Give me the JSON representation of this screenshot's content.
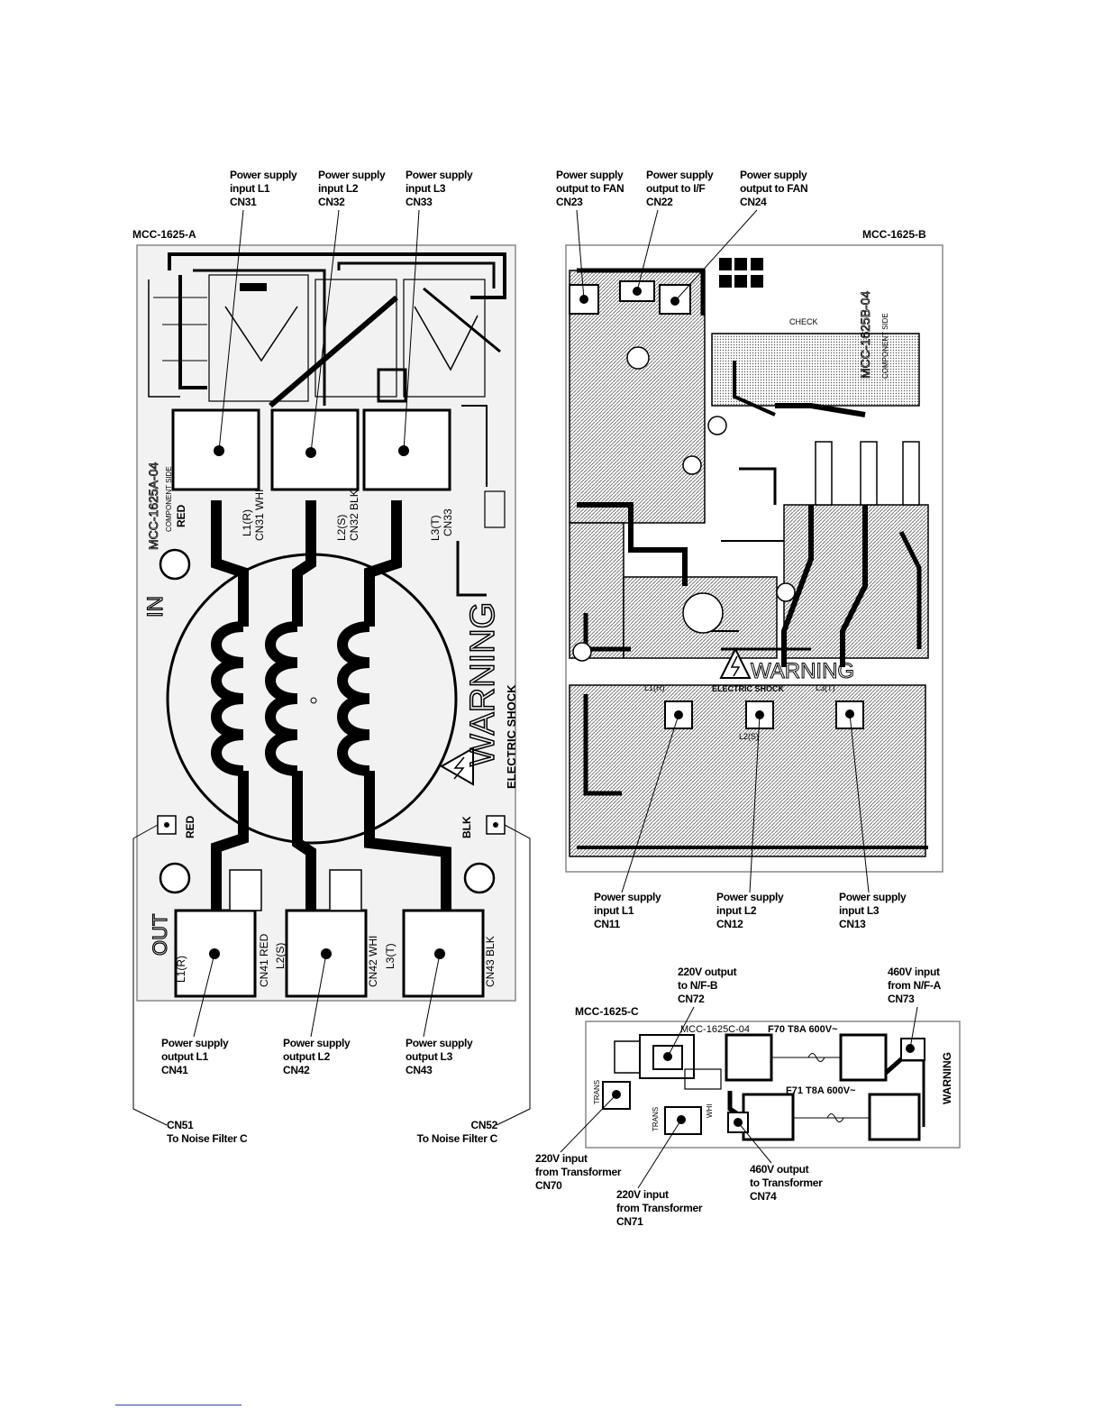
{
  "boards": {
    "a": {
      "title": "MCC-1625-A"
    },
    "b": {
      "title": "MCC-1625-B"
    },
    "c": {
      "title": "MCC-1625-C"
    }
  },
  "labels": {
    "cn31": [
      "Power supply",
      "input L1",
      "CN31"
    ],
    "cn32": [
      "Power supply",
      "input L2",
      "CN32"
    ],
    "cn33": [
      "Power supply",
      "input L3",
      "CN33"
    ],
    "cn41": [
      "Power supply",
      "output L1",
      "CN41"
    ],
    "cn42": [
      "Power supply",
      "output L2",
      "CN42"
    ],
    "cn43": [
      "Power supply",
      "output L3",
      "CN43"
    ],
    "cn51": [
      "CN51",
      "To Noise Filter C"
    ],
    "cn52": [
      "CN52",
      "To Noise Filter C"
    ],
    "cn23": [
      "Power supply",
      "output to FAN",
      "CN23"
    ],
    "cn22": [
      "Power supply",
      "output to I/F",
      "CN22"
    ],
    "cn24": [
      "Power supply",
      "output to FAN",
      "CN24"
    ],
    "cn11": [
      "Power supply",
      "input L1",
      "CN11"
    ],
    "cn12": [
      "Power supply",
      "input L2",
      "CN12"
    ],
    "cn13": [
      "Power supply",
      "input L3",
      "CN13"
    ],
    "cn72": [
      "220V output",
      "to N/F-B",
      "CN72"
    ],
    "cn73": [
      "460V input",
      "from N/F-A",
      "CN73"
    ],
    "cn70": [
      "220V input",
      "from Transformer",
      "CN70"
    ],
    "cn71": [
      "220V input",
      "from Transformer",
      "CN71"
    ],
    "cn74": [
      "460V output",
      "to Transformer",
      "CN74"
    ]
  },
  "silkscreen": {
    "warning": "WARNING",
    "electric_shock": "ELECTRIC SHOCK",
    "in": "IN",
    "out": "OUT",
    "red": "RED",
    "blk": "BLK",
    "whi": "WHI",
    "l1r": "L1(R)",
    "l2s": "L2(S)",
    "l3t": "L3(T)",
    "cn31_whi": "CN31 WHI",
    "cn32_blk": "CN32 BLK",
    "cn33": "CN33",
    "cn41_red": "CN41 RED",
    "cn42_whi": "CN42 WHI",
    "cn43_blk": "CN43 BLK",
    "pcb_a": "MCC-1625A-04",
    "pcb_b": "MCC-1625B-04",
    "pcb_c": "MCC-1625C-04",
    "component_side": "COMPONENT SIDE",
    "fuse_f70": "F70 T8A 600V~",
    "fuse_f71": "F71 T8A 600V~",
    "trans": "TRANS",
    "check": "CHECK"
  },
  "colors": {
    "ink": "#000000",
    "paper": "#ffffff",
    "board": "#f2f2f2"
  }
}
